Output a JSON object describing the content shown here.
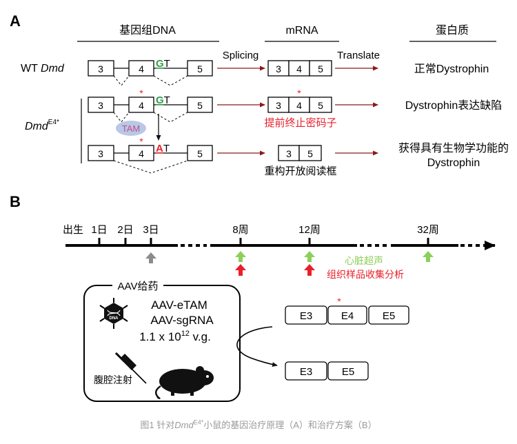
{
  "panel_a": {
    "label": "A",
    "headers": {
      "genome": "基因组DNA",
      "mrna": "mRNA",
      "protein": "蛋白质"
    },
    "rows": {
      "wt": "WT",
      "wt_italic": "Dmd",
      "mutant": "Dmd",
      "mutant_sup": "E4*"
    },
    "exons": {
      "e3": "3",
      "e4": "4",
      "e5": "5"
    },
    "splice_wt": {
      "g": "G",
      "t": "T"
    },
    "splice_mut": {
      "a": "A",
      "t": "T"
    },
    "star": "*",
    "arrows": {
      "splicing": "Splicing",
      "translate": "Translate"
    },
    "tam": "TAM",
    "outcomes": {
      "normal": "正常Dystrophin",
      "defect": "Dystrophin表达缺陷",
      "stop_codon": "提前终止密码子",
      "reframe": "重构开放阅读框",
      "functional_line1": "获得具有生物学功能的",
      "functional_line2": "Dystrophin"
    }
  },
  "panel_b": {
    "label": "B",
    "timeline": [
      "出生",
      "1日",
      "2日",
      "3日",
      "8周",
      "12周",
      "32周"
    ],
    "legend": {
      "echo": "心脏超声",
      "sample": "组织样品收集分析"
    },
    "aav_title": "AAV给药",
    "aav_lines": [
      "AAV-eTAM",
      "AAV-sgRNA"
    ],
    "dose": {
      "prefix": "1.1 x 10",
      "exp": "12",
      "suffix": " v.g."
    },
    "injection": "腹腔注射",
    "dna_label": "DNA",
    "outcome_top": [
      "E3",
      "E4",
      "E5"
    ],
    "outcome_bottom": [
      "E3",
      "E5"
    ]
  },
  "caption": {
    "pre": "图1 针对",
    "italic": "Dmd",
    "sup": "E4*",
    "post": "小鼠的基因治疗原理（A）和治疗方案（B）"
  },
  "colors": {
    "dark_red": "#8b1a1a",
    "red": "#e8202a",
    "green": "#2f9e4a",
    "light_green": "#8ccf5a",
    "gray_arrow": "#8c8c8c",
    "tam_fill": "#b9c8e6",
    "tam_text": "#c0508a"
  }
}
